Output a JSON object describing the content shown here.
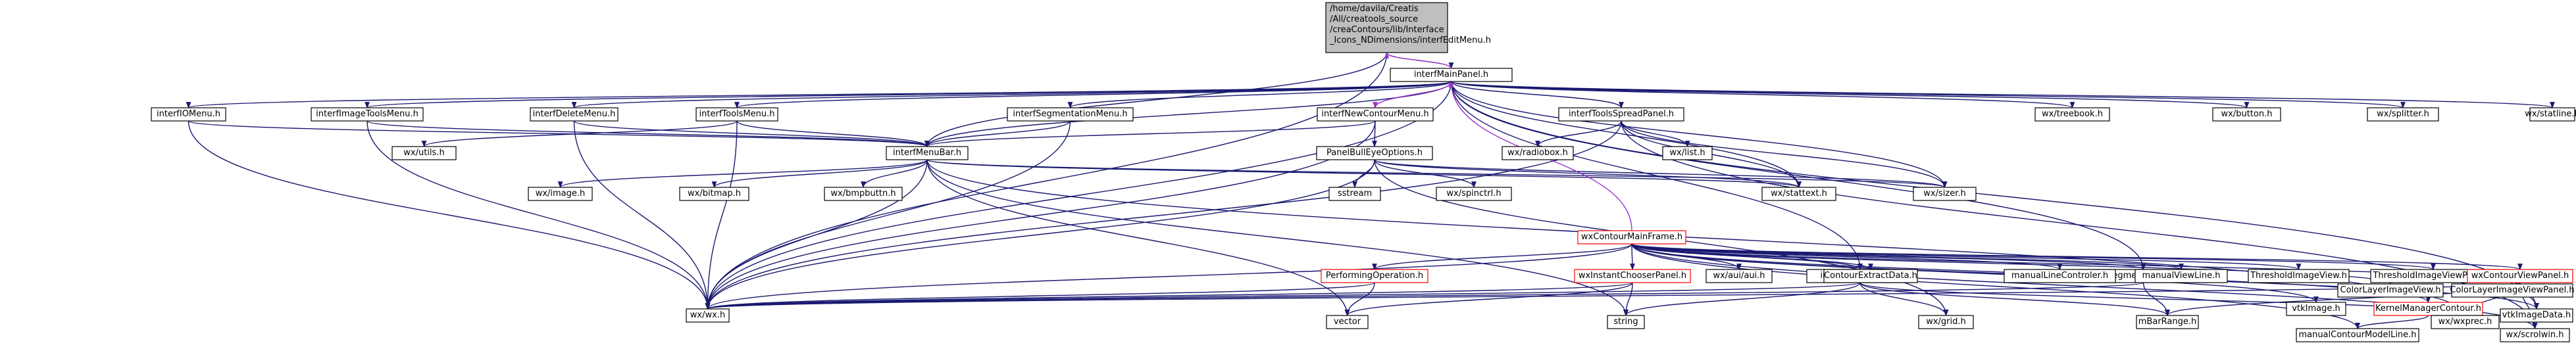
{
  "diagram": {
    "colors": {
      "node_fill": "#ffffff",
      "node_stroke": "#000000",
      "highlight_fill": "#bfbfbf",
      "red_stroke": "#ff0000",
      "edge_blue": "#191970",
      "edge_purple": "#9a32cd"
    },
    "nodes": [
      {
        "id": "root",
        "lines": [
          "/home/davila/Creatis",
          "/All/creatools_source",
          "/creaContours/lib/Interface",
          "_Icons_NDimensions/interfEditMenu.h"
        ],
        "style": "highlight"
      },
      {
        "id": "mainpanel",
        "lines": [
          "interfMainPanel.h"
        ]
      },
      {
        "id": "iomenu",
        "lines": [
          "interfIOMenu.h"
        ]
      },
      {
        "id": "imagetools",
        "lines": [
          "interfImageToolsMenu.h"
        ]
      },
      {
        "id": "deletemenu",
        "lines": [
          "interfDeleteMenu.h"
        ]
      },
      {
        "id": "toolsmenu",
        "lines": [
          "interfToolsMenu.h"
        ]
      },
      {
        "id": "segmenu",
        "lines": [
          "interfSegmentationMenu.h"
        ]
      },
      {
        "id": "newcontour",
        "lines": [
          "interfNewContourMenu.h"
        ]
      },
      {
        "id": "spreadpanel",
        "lines": [
          "interfToolsSpreadPanel.h"
        ]
      },
      {
        "id": "treebook",
        "lines": [
          "wx/treebook.h"
        ]
      },
      {
        "id": "button",
        "lines": [
          "wx/button.h"
        ]
      },
      {
        "id": "splitter",
        "lines": [
          "wx/splitter.h"
        ]
      },
      {
        "id": "statline",
        "lines": [
          "wx/statline.h"
        ]
      },
      {
        "id": "menubar",
        "lines": [
          "interfMenuBar.h"
        ]
      },
      {
        "id": "utils",
        "lines": [
          "wx/utils.h"
        ]
      },
      {
        "id": "panelbull",
        "lines": [
          "PanelBullEyeOptions.h"
        ]
      },
      {
        "id": "radiobox",
        "lines": [
          "wx/radiobox.h"
        ]
      },
      {
        "id": "list",
        "lines": [
          "wx/list.h"
        ]
      },
      {
        "id": "image",
        "lines": [
          "wx/image.h"
        ]
      },
      {
        "id": "bitmap",
        "lines": [
          "wx/bitmap.h"
        ]
      },
      {
        "id": "bmpbuttn",
        "lines": [
          "wx/bmpbuttn.h"
        ]
      },
      {
        "id": "sstream",
        "lines": [
          "sstream"
        ]
      },
      {
        "id": "spinctrl",
        "lines": [
          "wx/spinctrl.h"
        ]
      },
      {
        "id": "stattext",
        "lines": [
          "wx/stattext.h"
        ]
      },
      {
        "id": "sizer",
        "lines": [
          "wx/sizer.h"
        ]
      },
      {
        "id": "mainframe",
        "lines": [
          "wxContourMainFrame.h"
        ],
        "style": "red"
      },
      {
        "id": "perfop",
        "lines": [
          "PerformingOperation.h"
        ],
        "style": "red"
      },
      {
        "id": "instant",
        "lines": [
          "wxInstantChooserPanel.h"
        ],
        "style": "red"
      },
      {
        "id": "toolspanels",
        "lines": [
          "interfToolsPanels.h"
        ]
      },
      {
        "id": "segpanels",
        "lines": [
          "interfSegmentationPanels.h"
        ]
      },
      {
        "id": "auiaui",
        "lines": [
          "wx/aui/aui.h"
        ]
      },
      {
        "id": "contextract",
        "lines": [
          "ContourExtractData.h"
        ]
      },
      {
        "id": "linecontrol",
        "lines": [
          "manualLineControler.h"
        ]
      },
      {
        "id": "viewline",
        "lines": [
          "manualViewLine.h"
        ]
      },
      {
        "id": "threshview",
        "lines": [
          "ThresholdImageView.h"
        ]
      },
      {
        "id": "threshpanel",
        "lines": [
          "ThresholdImageViewPanel.h"
        ]
      },
      {
        "id": "colorlayer",
        "lines": [
          "ColorLayerImageView.h"
        ]
      },
      {
        "id": "colorlayerpanel",
        "lines": [
          "ColorLayerImageViewPanel.h"
        ]
      },
      {
        "id": "vtkimage",
        "lines": [
          "vtkImage.h"
        ]
      },
      {
        "id": "kernel",
        "lines": [
          "KernelManagerContour.h"
        ],
        "style": "red"
      },
      {
        "id": "contourview",
        "lines": [
          "wxContourViewPanel.h"
        ],
        "style": "red"
      },
      {
        "id": "wxwx",
        "lines": [
          "wx/wx.h"
        ]
      },
      {
        "id": "vector",
        "lines": [
          "vector"
        ]
      },
      {
        "id": "string",
        "lines": [
          "string"
        ]
      },
      {
        "id": "grid",
        "lines": [
          "wx/grid.h"
        ]
      },
      {
        "id": "mbarrange",
        "lines": [
          "mBarRange.h"
        ]
      },
      {
        "id": "modelline",
        "lines": [
          "manualContourModelLine.h"
        ]
      },
      {
        "id": "wxexprec",
        "lines": [
          "wx/wxprec.h"
        ]
      },
      {
        "id": "scrolwin",
        "lines": [
          "wx/scrolwin.h"
        ]
      },
      {
        "id": "vtkimagedata",
        "lines": [
          "vtkImageData.h"
        ]
      }
    ],
    "edges": [
      [
        "root",
        "mainpanel"
      ],
      [
        "root",
        "menubar"
      ],
      [
        "root",
        "wxwx"
      ],
      [
        "mainpanel",
        "root"
      ],
      [
        "mainpanel",
        "iomenu"
      ],
      [
        "mainpanel",
        "imagetools"
      ],
      [
        "mainpanel",
        "deletemenu"
      ],
      [
        "mainpanel",
        "toolsmenu"
      ],
      [
        "mainpanel",
        "segmenu"
      ],
      [
        "mainpanel",
        "newcontour"
      ],
      [
        "mainpanel",
        "spreadpanel"
      ],
      [
        "mainpanel",
        "treebook"
      ],
      [
        "mainpanel",
        "button"
      ],
      [
        "mainpanel",
        "splitter"
      ],
      [
        "mainpanel",
        "statline"
      ],
      [
        "mainpanel",
        "menubar"
      ],
      [
        "mainpanel",
        "wxwx"
      ],
      [
        "mainpanel",
        "stattext"
      ],
      [
        "mainpanel",
        "sizer"
      ],
      [
        "mainpanel",
        "segpanels"
      ],
      [
        "mainpanel",
        "toolspanels"
      ],
      [
        "mainpanel",
        "vtkimagedata"
      ],
      [
        "iomenu",
        "menubar"
      ],
      [
        "iomenu",
        "wxwx"
      ],
      [
        "imagetools",
        "menubar"
      ],
      [
        "imagetools",
        "wxwx"
      ],
      [
        "deletemenu",
        "menubar"
      ],
      [
        "deletemenu",
        "wxwx"
      ],
      [
        "toolsmenu",
        "menubar"
      ],
      [
        "toolsmenu",
        "wxwx"
      ],
      [
        "toolsmenu",
        "utils"
      ],
      [
        "segmenu",
        "menubar"
      ],
      [
        "segmenu",
        "wxwx"
      ],
      [
        "newcontour",
        "menubar"
      ],
      [
        "newcontour",
        "panelbull"
      ],
      [
        "newcontour",
        "wxwx"
      ],
      [
        "newcontour",
        "mainpanel"
      ],
      [
        "spreadpanel",
        "radiobox"
      ],
      [
        "spreadpanel",
        "list"
      ],
      [
        "spreadpanel",
        "stattext"
      ],
      [
        "spreadpanel",
        "sizer"
      ],
      [
        "spreadpanel",
        "wxwx"
      ],
      [
        "spreadpanel",
        "scrolwin"
      ],
      [
        "menubar",
        "image"
      ],
      [
        "menubar",
        "bitmap"
      ],
      [
        "menubar",
        "bmpbuttn"
      ],
      [
        "menubar",
        "stattext"
      ],
      [
        "menubar",
        "sizer"
      ],
      [
        "menubar",
        "wxwx"
      ],
      [
        "menubar",
        "vector"
      ],
      [
        "menubar",
        "string"
      ],
      [
        "menubar",
        "wxexprec"
      ],
      [
        "panelbull",
        "sstream"
      ],
      [
        "panelbull",
        "spinctrl"
      ],
      [
        "panelbull",
        "stattext"
      ],
      [
        "panelbull",
        "sizer"
      ],
      [
        "panelbull",
        "wxwx"
      ],
      [
        "panelbull",
        "grid"
      ],
      [
        "mainframe",
        "mainpanel"
      ],
      [
        "mainframe",
        "perfop"
      ],
      [
        "mainframe",
        "instant"
      ],
      [
        "mainframe",
        "toolspanels"
      ],
      [
        "mainframe",
        "segpanels"
      ],
      [
        "mainframe",
        "auiaui"
      ],
      [
        "mainframe",
        "contextract"
      ],
      [
        "mainframe",
        "linecontrol"
      ],
      [
        "mainframe",
        "viewline"
      ],
      [
        "mainframe",
        "threshview"
      ],
      [
        "mainframe",
        "threshpanel"
      ],
      [
        "mainframe",
        "colorlayer"
      ],
      [
        "mainframe",
        "colorlayerpanel"
      ],
      [
        "mainframe",
        "vtkimage"
      ],
      [
        "mainframe",
        "kernel"
      ],
      [
        "mainframe",
        "contourview"
      ],
      [
        "mainframe",
        "wxwx"
      ],
      [
        "mainframe",
        "modelline"
      ],
      [
        "mainframe",
        "vtkimagedata"
      ],
      [
        "mainframe",
        "scrolwin"
      ],
      [
        "perfop",
        "wxwx"
      ],
      [
        "perfop",
        "vector"
      ],
      [
        "instant",
        "wxwx"
      ],
      [
        "instant",
        "vector"
      ],
      [
        "instant",
        "string"
      ],
      [
        "toolspanels",
        "wxwx"
      ],
      [
        "toolspanels",
        "string"
      ],
      [
        "toolspanels",
        "grid"
      ],
      [
        "toolspanels",
        "mbarrange"
      ],
      [
        "toolspanels",
        "wxexprec"
      ],
      [
        "segpanels",
        "wxwx"
      ],
      [
        "segpanels",
        "mbarrange"
      ],
      [
        "kernel",
        "modelline"
      ],
      [
        "contourview",
        "wxwx"
      ],
      [
        "contourview",
        "mbarrange"
      ],
      [
        "contourview",
        "wxexprec"
      ],
      [
        "contourview",
        "scrolwin"
      ],
      [
        "contourview",
        "vtkimagedata"
      ]
    ]
  }
}
